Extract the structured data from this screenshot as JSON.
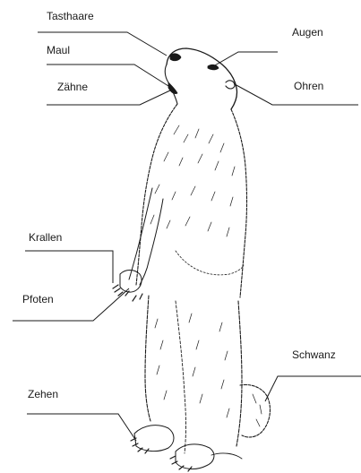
{
  "labels": {
    "whiskers": "Tasthaare",
    "mouth": "Maul",
    "teeth": "Zähne",
    "eyes": "Augen",
    "ears": "Ohren",
    "claws": "Krallen",
    "paws": "Pfoten",
    "tail": "Schwanz",
    "toes": "Zehen"
  },
  "colors": {
    "ink": "#1a1a1a",
    "background": "#ffffff"
  }
}
